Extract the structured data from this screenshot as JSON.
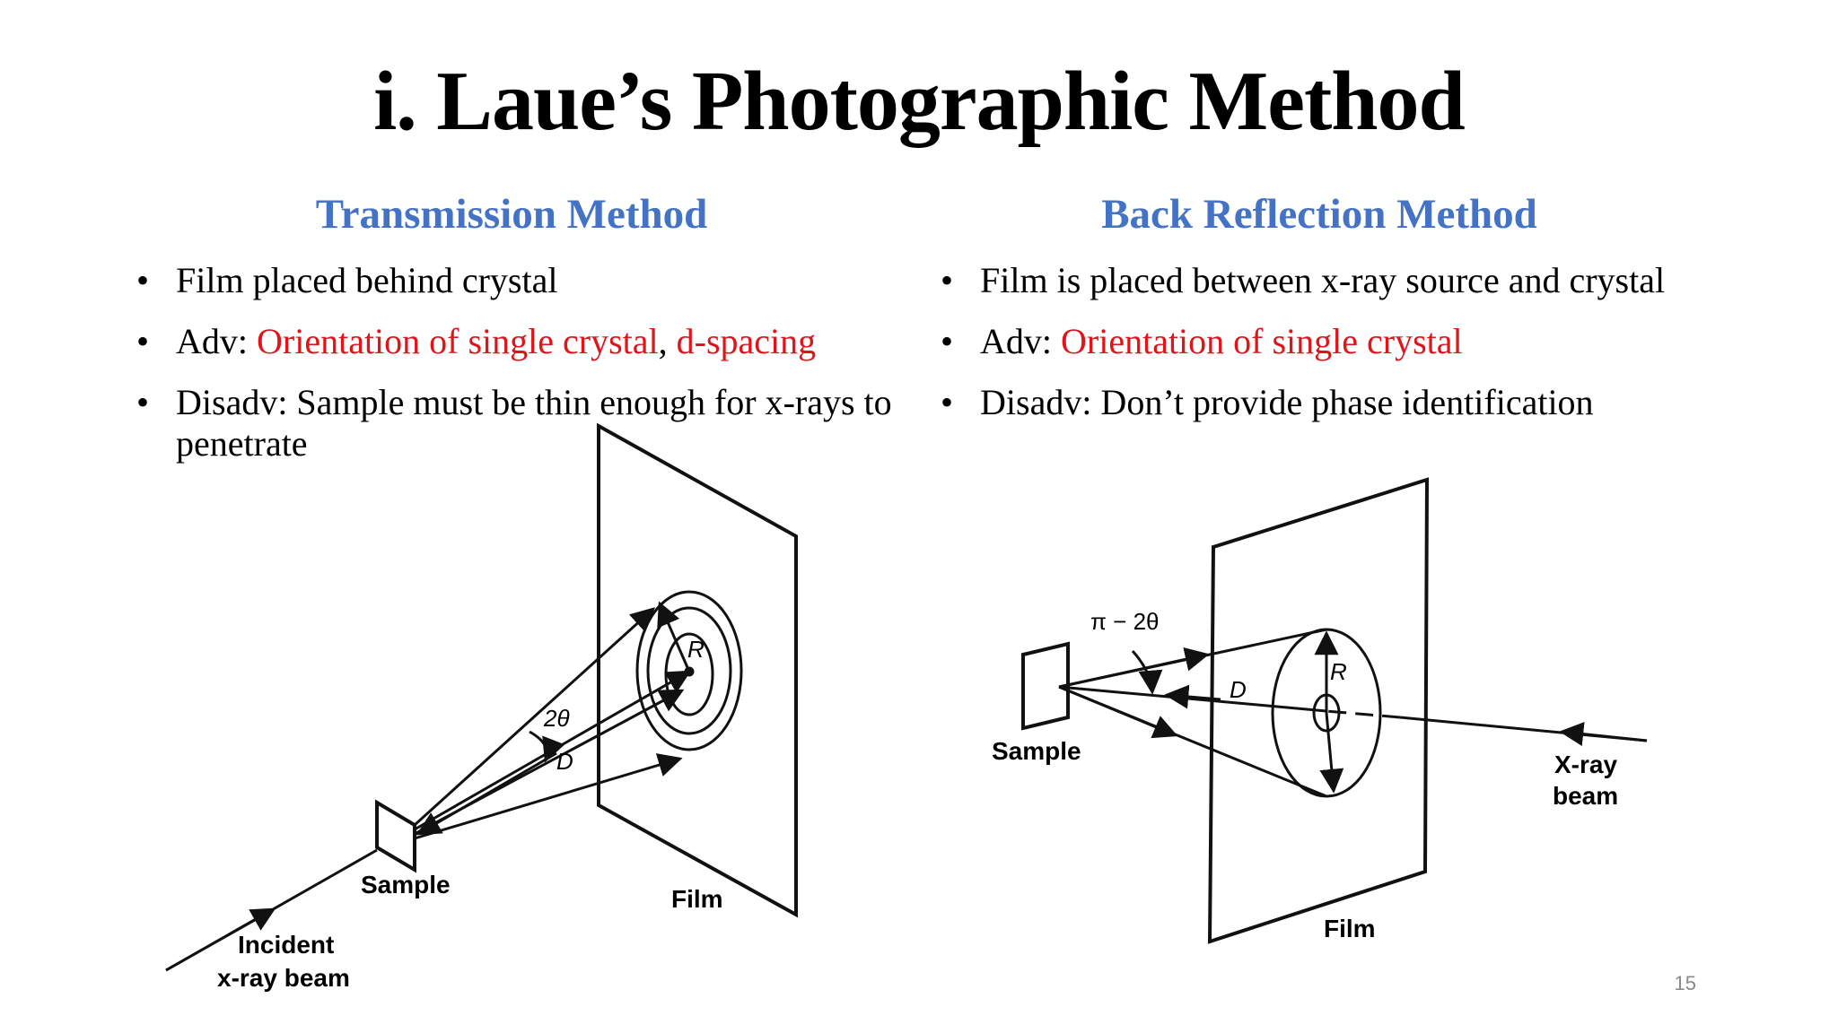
{
  "slide": {
    "title": "i. Laue’s Photographic Method",
    "page_number": "15"
  },
  "left": {
    "heading": "Transmission Method",
    "bullets": [
      {
        "text": "Film placed behind crystal"
      },
      {
        "prefix": "Adv: ",
        "red1": "Orientation of single crystal",
        "sep": ", ",
        "red2": "d-spacing"
      },
      {
        "text": "Disadv: Sample must be thin enough for x-rays to penetrate"
      }
    ],
    "diagram": {
      "sample_label": "Sample",
      "film_label": "Film",
      "beam_label_line1": "Incident",
      "beam_label_line2": "x-ray beam",
      "angle_label": "2θ",
      "distance_label": "D",
      "radius_label": "R"
    }
  },
  "right": {
    "heading": "Back Reflection Method",
    "bullets": [
      {
        "text": "Film is placed between x-ray source and crystal"
      },
      {
        "prefix": "Adv: ",
        "red1": "Orientation of single crystal"
      },
      {
        "text": "Disadv: Don’t provide phase identification"
      }
    ],
    "diagram": {
      "sample_label": "Sample",
      "film_label": "Film",
      "beam_label_line1": "X-ray",
      "beam_label_line2": "beam",
      "angle_label": "π − 2θ",
      "distance_label": "D",
      "radius_label": "R"
    }
  }
}
